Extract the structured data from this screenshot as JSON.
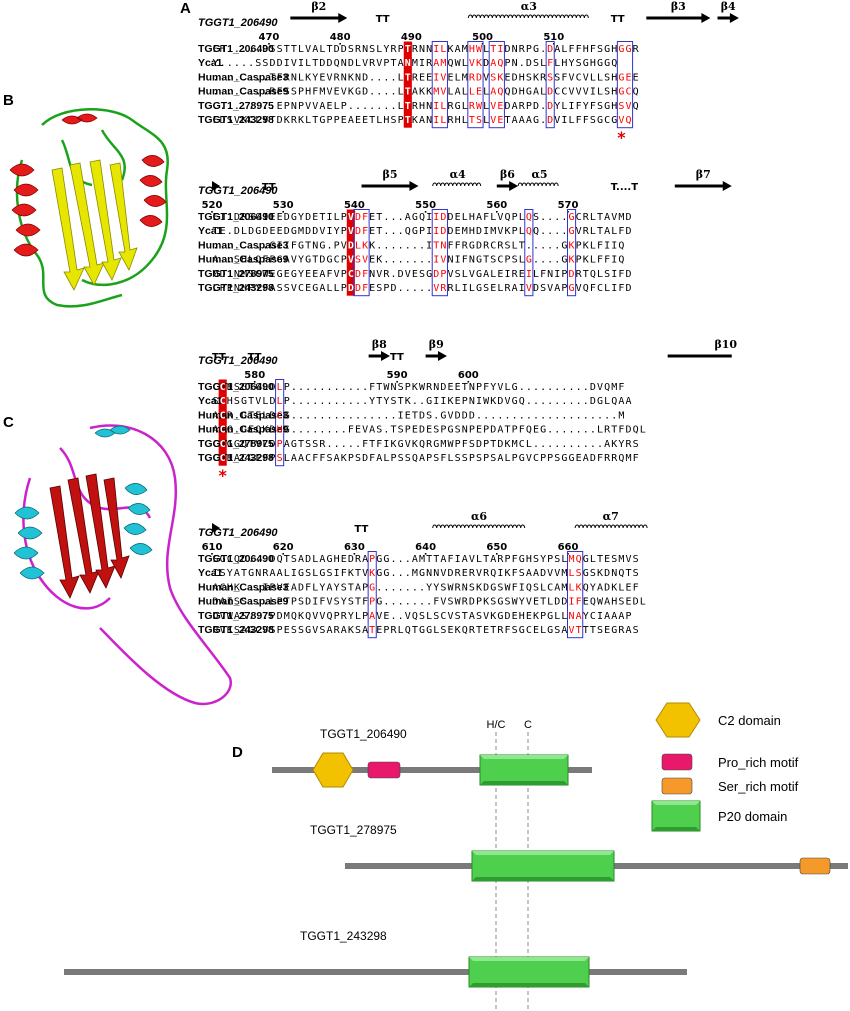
{
  "panels": {
    "A": "A",
    "B": "B",
    "C": "C",
    "D": "D"
  },
  "colors": {
    "helix_red": "#e31b1b",
    "sheet_yellow": "#e6e600",
    "loop_green": "#1aa31a",
    "helix_cyan": "#22c2d6",
    "sheet_darkred": "#c01010",
    "loop_magenta": "#cc22cc",
    "conserved_red": "#e00000",
    "similar_text": "#ff0000",
    "box_blue": "#3333cc",
    "c2_domain": "#f2c200",
    "pro_motif": "#e8196a",
    "ser_motif": "#f59a2a",
    "p20_domain": "#4ed04e",
    "line_gray": "#7a7a7a"
  },
  "alignment": {
    "reference": "TGGT1_206490",
    "blocks": [
      {
        "ss": [
          {
            "type": "arrow",
            "label": "β2",
            "start": 11,
            "end": 18
          },
          {
            "type": "tt",
            "start": 23,
            "end": 27
          },
          {
            "type": "coil",
            "label": "α3",
            "start": 36,
            "end": 52
          },
          {
            "type": "tt",
            "start": 56,
            "end": 57
          },
          {
            "type": "arrow",
            "label": "β3",
            "start": 61,
            "end": 69
          },
          {
            "type": "arrow",
            "label": "β4",
            "start": 71,
            "end": 73
          }
        ],
        "ticks": [
          {
            "label": "470",
            "pos": 8
          },
          {
            "label": "480",
            "pos": 18
          },
          {
            "label": "490",
            "pos": 28
          },
          {
            "label": "500",
            "pos": 38
          },
          {
            "label": "510",
            "pos": 48
          }
        ],
        "names": [
          "TGGT1_206490",
          "Yca1",
          "Human_Caspase3",
          "Human_Caspase9",
          "TGGT1_278975",
          "TGGT1_243298"
        ],
        "seqs": [
          "FH.....DSSTTLVALTDDSRNSLYRPTRNNILKAMHWLTIDNRPG.DALFFHFSGHGGR",
          "Y.....SSDDIVILTDDQNDLVRVPTANMIRAMQWLVKDAQPN.DSLFLHYSGHGGQ",
          "........TFRNLKYEVRNKND....LTREEIVELMRDVSKEDHSKRSSFVCVLLSHGEE",
          "........RFSSPHFMVEVKGD....LTAKKMVLALLELAQQDHGALDCCVVVILSHGCQ",
          ".........EPNPVVAELP.......LTRHNILRGLRWLVEDARPD.DYLIFYFSGHSVQ",
          "FDSVKCLYTDKRKLTGPPEAEETLHSPTKANILRHLTSLVETAAAG.DVILFFSGCGVQ"
        ],
        "conserved_cols": [
          27
        ],
        "boxes": [
          {
            "start": 31,
            "end": 32
          },
          {
            "start": 36,
            "end": 37
          },
          {
            "start": 39,
            "end": 40
          },
          {
            "start": 47,
            "end": 47
          },
          {
            "start": 57,
            "end": 58
          }
        ],
        "star": "*",
        "star_col": 57
      },
      {
        "ss": [
          {
            "type": "tri",
            "start": 0,
            "end": 0
          },
          {
            "type": "tt",
            "start": 7,
            "end": 8
          },
          {
            "type": "arrow",
            "label": "β5",
            "start": 21,
            "end": 28
          },
          {
            "type": "coil",
            "label": "α4",
            "start": 31,
            "end": 37
          },
          {
            "type": "arrow",
            "label": "β6",
            "start": 40,
            "end": 42
          },
          {
            "type": "coil",
            "label": "α5",
            "start": 43,
            "end": 48
          },
          {
            "type": "text",
            "label": "T....T",
            "start": 56,
            "end": 61
          },
          {
            "type": "arrow",
            "label": "β7",
            "start": 65,
            "end": 72
          }
        ],
        "ticks": [
          {
            "label": "520",
            "pos": 0
          },
          {
            "label": "530",
            "pos": 10
          },
          {
            "label": "540",
            "pos": 20
          },
          {
            "label": "550",
            "pos": 30
          },
          {
            "label": "560",
            "pos": 40
          },
          {
            "label": "570",
            "pos": 50
          }
        ],
        "names": [
          "TGGT1_206490",
          "Yca1",
          "Human_Caspase3",
          "Human_Caspase9",
          "TGGT1_278975",
          "TGGT1_243298"
        ],
        "seqs": [
          "EI.DRSGIEEDGYDETILPVDFET...AGQIIDDELHAFLVQPLQS....GCRLTAVMD",
          "TE.DLDGDEEDGMDDVIYPVDFET...QGPIIDDEMHDIMVKPLQQ....GVRLTALFD",
          "........GIIFGTNG.PVDLKK.......ITNFFRGDRCRSLT.....GKPKLFIIQ",
          "A..SHLQFPGAVYGTDGCPVSVEK.......IVNIFNGTSCPSLG....GKPKLFFIQ",
          "MD.NMSGWEGEGYEEAFVPCDFNVR.DVESGDPVSLVGALEIREILFNIPDRTQLSIFD",
          "LPPNHPYFASSVCEGALLPDDFESPD.....VRRLILGSELRAIVDSVAPGVQFCLIFD"
        ],
        "conserved_cols": [
          19
        ],
        "boxes": [
          {
            "start": 20,
            "end": 21
          },
          {
            "start": 31,
            "end": 32
          },
          {
            "start": 44,
            "end": 44
          },
          {
            "start": 50,
            "end": 50
          }
        ],
        "star": "",
        "star_col": -1
      },
      {
        "ss": [
          {
            "type": "tt",
            "start": 0,
            "end": 1
          },
          {
            "type": "tt",
            "start": 5,
            "end": 6
          },
          {
            "type": "arrow",
            "label": "β8",
            "start": 22,
            "end": 24
          },
          {
            "type": "tt",
            "start": 25,
            "end": 28
          },
          {
            "type": "arrow",
            "label": "β9",
            "start": 30,
            "end": 32
          },
          {
            "type": "line",
            "label": "β10",
            "start": 64,
            "end": 72
          }
        ],
        "ticks": [
          {
            "label": "580",
            "pos": 6
          },
          {
            "label": "590",
            "pos": 26
          },
          {
            "label": "600",
            "pos": 36
          }
        ],
        "names": [
          "TGGT1_206490",
          "Yca1",
          "Human_Caspase3",
          "Human_Caspase9",
          "TGGT1_278975",
          "TGGT1_243298"
        ],
        "seqs": [
          "CCHSGTGLDLP...........FTWNSPKWRNDEETNPFYVLG..........DVQMF",
          "SCHSGTVLDLP...........YTYSTK..GIIKEPNIWKDVGQ.........DGLQAA",
          "ACR.GTELDCG...............IETDS.GVDDD....................M",
          "ACG.GEQKDHG........FEVAS.TSPEDESPGSNPEPDATPFQEG.......LRTFDQL",
          "CCGGQTVLDPAGTSSR.....FTFIKGVKQRGMWPFSDPTDKMCL..........AKYRS",
          "CCHACGFFPSLAACFFSAKPSDFALPSSQAPSFLSSPSPSALPGVCPPSGGEADFRRQMF"
        ],
        "conserved_cols": [
          1
        ],
        "boxes": [
          {
            "start": 9,
            "end": 9
          }
        ],
        "star": "*",
        "star_col": 1
      },
      {
        "ss": [
          {
            "type": "tri",
            "start": 0,
            "end": 0
          },
          {
            "type": "tt",
            "start": 20,
            "end": 21
          },
          {
            "type": "coil",
            "label": "α6",
            "start": 31,
            "end": 43
          },
          {
            "type": "coil",
            "label": "α7",
            "start": 51,
            "end": 60
          }
        ],
        "ticks": [
          {
            "label": "610",
            "pos": 0
          },
          {
            "label": "620",
            "pos": 10
          },
          {
            "label": "630",
            "pos": 20
          },
          {
            "label": "640",
            "pos": 30
          },
          {
            "label": "650",
            "pos": 40
          },
          {
            "label": "660",
            "pos": 50
          }
        ],
        "names": [
          "TGGT1_206490",
          "Yca1",
          "Human_Caspase3",
          "Human_Caspase9",
          "TGGT1_278975",
          "TGGT1_243298"
        ],
        "seqs": [
          "SGCQD...DQTSADLAGHEDRAPGG...AMTTAFIAVLTARPFGHSYPSLMQGLTESMVS",
          "ISYATGNRAALIGSLGSIFKTVKGG...MGNNVDRERVRQIKFSAADVVMLSGSKDNQTS",
          "ACHK...IPVEADFLYAYSTAPG.......YYSWRNSKDGSWFIQSLCAMLKQYADKLEF",
          "DAISS...LPTPSDIFVSYSTFPG.......FVSWRDPKSGSWYVETLDDIFEQWAHSEDL",
          "DVWAS...PDMQKQVVQPRYLPAVE..VQSLSCVSTASVKGDEHEKPGLLNAYCIAAAP",
          "RVKSAGCVSPESSGVSARAKSATEPRLQTGGLSEKQRTETRFSGCELGSAVTTTSEGRAS"
        ],
        "conserved_cols": [],
        "boxes": [
          {
            "start": 22,
            "end": 22
          },
          {
            "start": 50,
            "end": 51
          }
        ],
        "star": "",
        "star_col": -1
      }
    ]
  },
  "domains": {
    "guides": [
      "H/C",
      "C"
    ],
    "tracks": [
      {
        "name": "TGGT1_206490",
        "line": [
          272,
          592
        ],
        "c2": [
          313,
          353
        ],
        "pro": [
          368,
          400
        ],
        "p20": [
          480,
          568
        ]
      },
      {
        "name": "TGGT1_278975",
        "line": [
          345,
          848
        ],
        "p20": [
          472,
          614
        ],
        "ser": [
          800,
          830
        ]
      },
      {
        "name": "TGGT1_243298",
        "line": [
          64,
          687
        ],
        "p20": [
          469,
          589
        ]
      }
    ],
    "legend": [
      {
        "key": "c2",
        "label": "C2 domain"
      },
      {
        "key": "pro",
        "label": "Pro_rich motif"
      },
      {
        "key": "ser",
        "label": "Ser_rich motif"
      },
      {
        "key": "p20",
        "label": "P20 domain"
      }
    ]
  }
}
